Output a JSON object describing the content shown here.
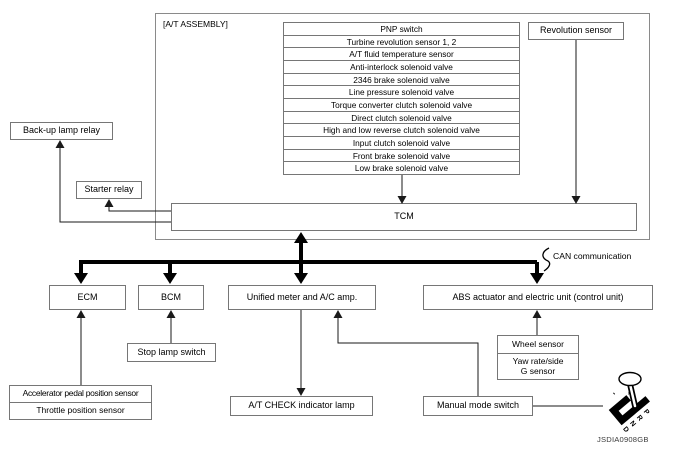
{
  "diagram": {
    "assembly_label": "[A/T ASSEMBLY]",
    "at_components": [
      "PNP switch",
      "Turbine revolution sensor 1, 2",
      "A/T fluid temperature sensor",
      "Anti-interlock solenoid valve",
      "2346 brake solenoid valve",
      "Line pressure solenoid valve",
      "Torque converter clutch solenoid valve",
      "Direct clutch solenoid valve",
      "High and low reverse clutch solenoid valve",
      "Input clutch solenoid valve",
      "Front brake solenoid valve",
      "Low brake solenoid valve"
    ],
    "revolution_sensor": "Revolution sensor",
    "tcm": "TCM",
    "backup_lamp_relay": "Back-up lamp relay",
    "starter_relay": "Starter relay",
    "can_label": "CAN communication",
    "ecm": "ECM",
    "bcm": "BCM",
    "unified_meter": "Unified meter and A/C amp.",
    "abs_unit": "ABS actuator and electric unit (control unit)",
    "stop_lamp_switch": "Stop lamp switch",
    "accelerator_sensor": "Accelerator pedal position sensor",
    "throttle_sensor": "Throttle position sensor",
    "at_check_lamp": "A/T CHECK indicator lamp",
    "wheel_sensor": "Wheel sensor",
    "yaw_sensor_line1": "Yaw rate/side",
    "yaw_sensor_line2": "G sensor",
    "manual_mode_switch": "Manual mode switch",
    "figure_id": "JSDIA0908GB",
    "shifter": {
      "icon": "shift-lever-gate-icon",
      "plus": "+",
      "minus": "-",
      "letters": [
        "P",
        "R",
        "N",
        "D"
      ]
    },
    "colors": {
      "line": "#000000",
      "border": "#767676",
      "background": "#ffffff",
      "text": "#000000"
    }
  }
}
